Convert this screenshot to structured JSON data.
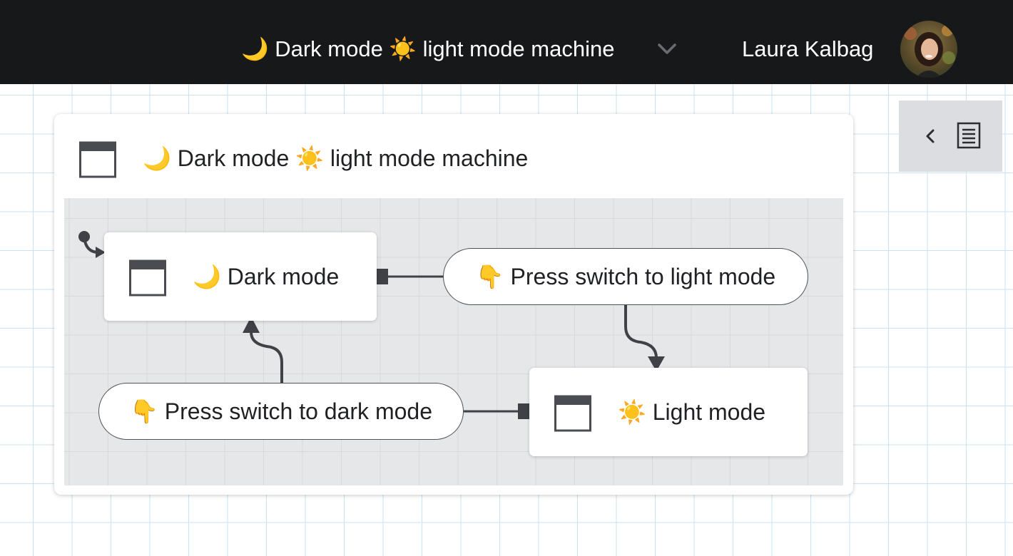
{
  "header": {
    "machine_name": "🌙 Dark mode ☀️ light mode machine",
    "user_name": "Laura Kalbag",
    "chevron_icon": "chevron-down-icon",
    "avatar_icon": "avatar"
  },
  "panel_toggle": {
    "collapse_icon": "chevron-left-icon",
    "document_icon": "document-icon"
  },
  "machine": {
    "title": "🌙 Dark mode ☀️ light mode machine",
    "icon": "state-window-icon"
  },
  "states": [
    {
      "label": "🌙 Dark mode",
      "icon": "state-window-icon",
      "initial": true
    },
    {
      "label": "☀️ Light mode",
      "icon": "state-window-icon",
      "initial": false
    }
  ],
  "events": [
    {
      "label": "👇 Press switch to light mode",
      "from": "🌙 Dark mode",
      "to": "☀️ Light mode"
    },
    {
      "label": "👇 Press switch to dark mode",
      "from": "☀️ Light mode",
      "to": "🌙 Dark mode"
    }
  ],
  "colors": {
    "topbar": "#17181a",
    "canvas": "#e6e7e9",
    "connector": "#505258",
    "grid": "#c9e3f5"
  }
}
